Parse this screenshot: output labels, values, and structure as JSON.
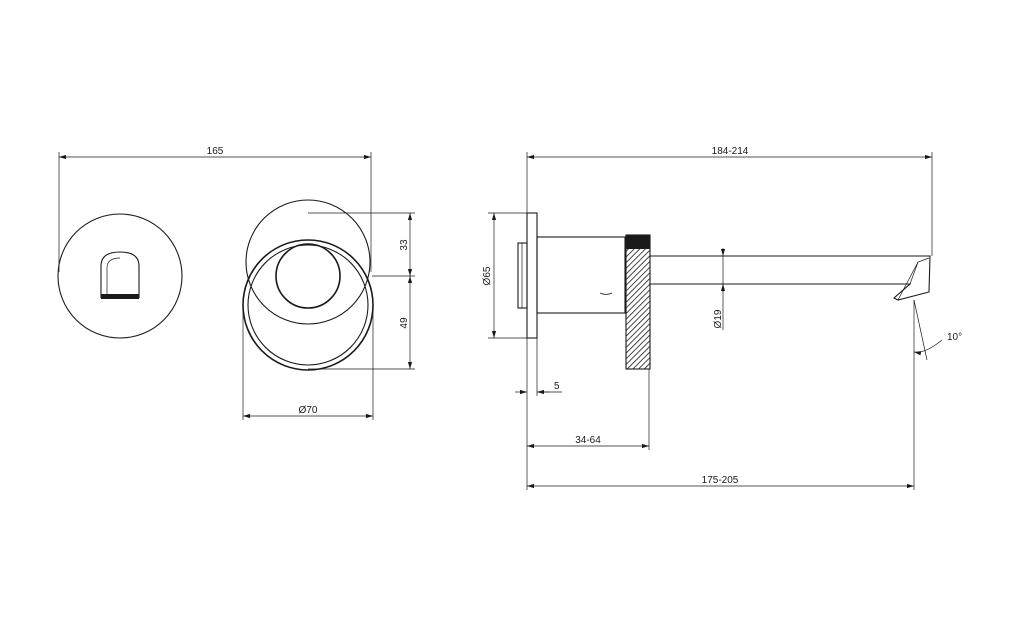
{
  "dimensions": {
    "front_width": "165",
    "rosette_diameter": "Ø70",
    "upper_height": "33",
    "lower_height": "49",
    "side_total": "184-214",
    "plate_diameter": "Ø65",
    "spout_diameter": "Ø19",
    "angle": "10°",
    "plate_thickness": "5",
    "body_depth": "34-64",
    "spout_reach": "175-205"
  },
  "colors": {
    "stroke": "#1a1a1a",
    "background": "#ffffff"
  }
}
